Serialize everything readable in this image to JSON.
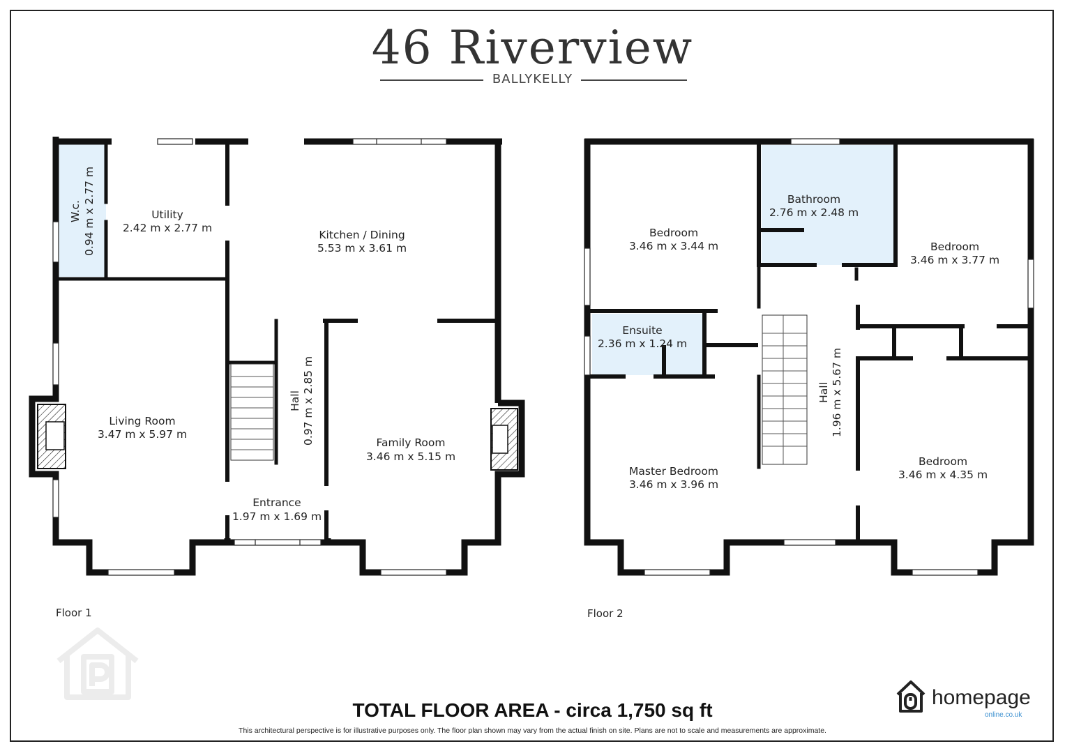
{
  "header": {
    "title": "46 Riverview",
    "subtitle": "BALLYKELLY"
  },
  "floors": [
    {
      "label": "Floor 1",
      "rooms": [
        {
          "name": "W.c.",
          "dims": "0.94 m x 2.77 m"
        },
        {
          "name": "Utility",
          "dims": "2.42 m x 2.77 m"
        },
        {
          "name": "Kitchen / Dining",
          "dims": "5.53 m x 3.61 m"
        },
        {
          "name": "Living Room",
          "dims": "3.47 m x 5.97 m"
        },
        {
          "name": "Hall",
          "dims": "0.97 m x 2.85 m"
        },
        {
          "name": "Family Room",
          "dims": "3.46 m x 5.15 m"
        },
        {
          "name": "Entrance",
          "dims": "1.97 m x 1.69 m"
        }
      ]
    },
    {
      "label": "Floor 2",
      "rooms": [
        {
          "name": "Bedroom",
          "dims": "3.46 m x 3.44 m"
        },
        {
          "name": "Bathroom",
          "dims": "2.76 m x 2.48 m"
        },
        {
          "name": "Bedroom",
          "dims": "3.46 m x 3.77 m"
        },
        {
          "name": "Ensuite",
          "dims": "2.36 m x 1.24 m"
        },
        {
          "name": "Hall",
          "dims": "1.96 m x 5.67 m"
        },
        {
          "name": "Master Bedroom",
          "dims": "3.46 m x 3.96 m"
        },
        {
          "name": "Bedroom",
          "dims": "3.46 m x 4.35 m"
        }
      ]
    }
  ],
  "footer": {
    "total": "TOTAL FLOOR AREA - circa 1,750 sq ft",
    "disclaimer": "This architectural perspective is for illustrative purposes only. The floor plan shown may vary from the actual finish on site. Plans are not to scale and measurements are approximate."
  },
  "brand": {
    "name": "homepage",
    "sub": "online.co.uk",
    "icon": "house-mouse-icon",
    "watermark_icon": "propertypal-watermark-icon",
    "accent": "#3a8fd0",
    "wet_room_fill": "#e3f1fb"
  }
}
